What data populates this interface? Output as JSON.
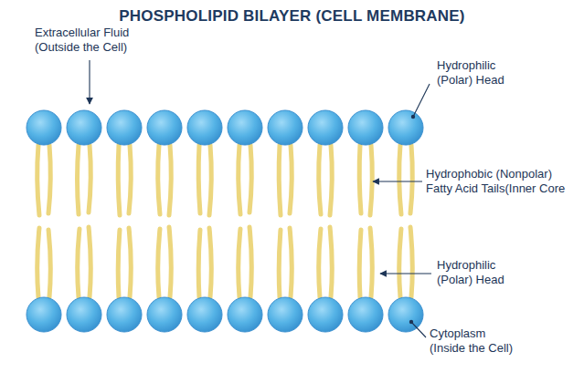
{
  "diagram": {
    "title": "PHOSPHOLIPID BILAYER (CELL MEMBRANE)",
    "labels": [
      "Extracellular Fluid (Outside the Cell)",
      "Hydrophilic (Polar) Head",
      "Hydrophobic (Nonpolar) Fatty Acid Tails(Inner Core",
      "Hydrophilic (Polar) Head",
      "Cytoplasm (Inside the Cell)"
    ]
  }
}
